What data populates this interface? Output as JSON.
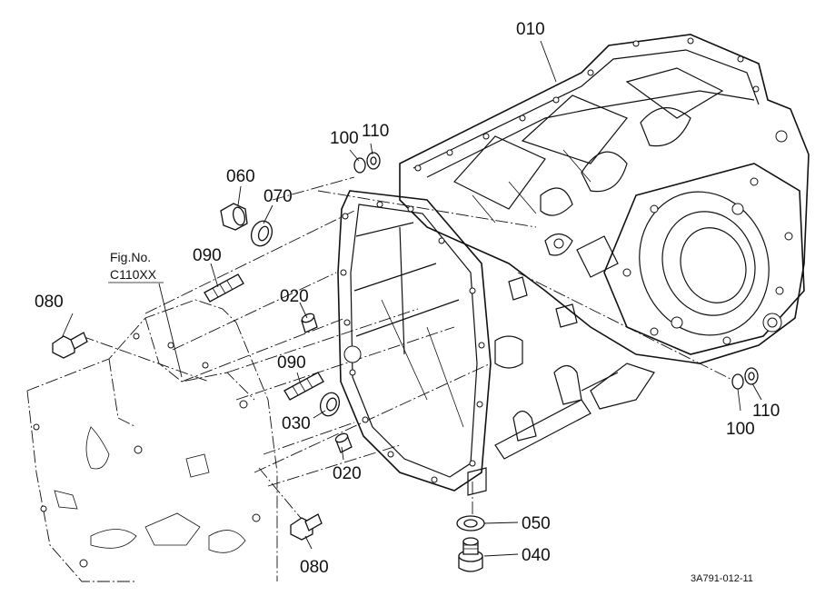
{
  "figure": {
    "code": "3A791-012-11",
    "ref_figure": {
      "line1": "Fig.No.",
      "line2": "C110XX"
    }
  },
  "callouts": {
    "c010": "010",
    "c020a": "020",
    "c020b": "020",
    "c030": "030",
    "c040": "040",
    "c050": "050",
    "c060": "060",
    "c070": "070",
    "c080a": "080",
    "c080b": "080",
    "c090a": "090",
    "c090b": "090",
    "c100a": "100",
    "c100b": "100",
    "c110a": "110",
    "c110b": "110"
  }
}
